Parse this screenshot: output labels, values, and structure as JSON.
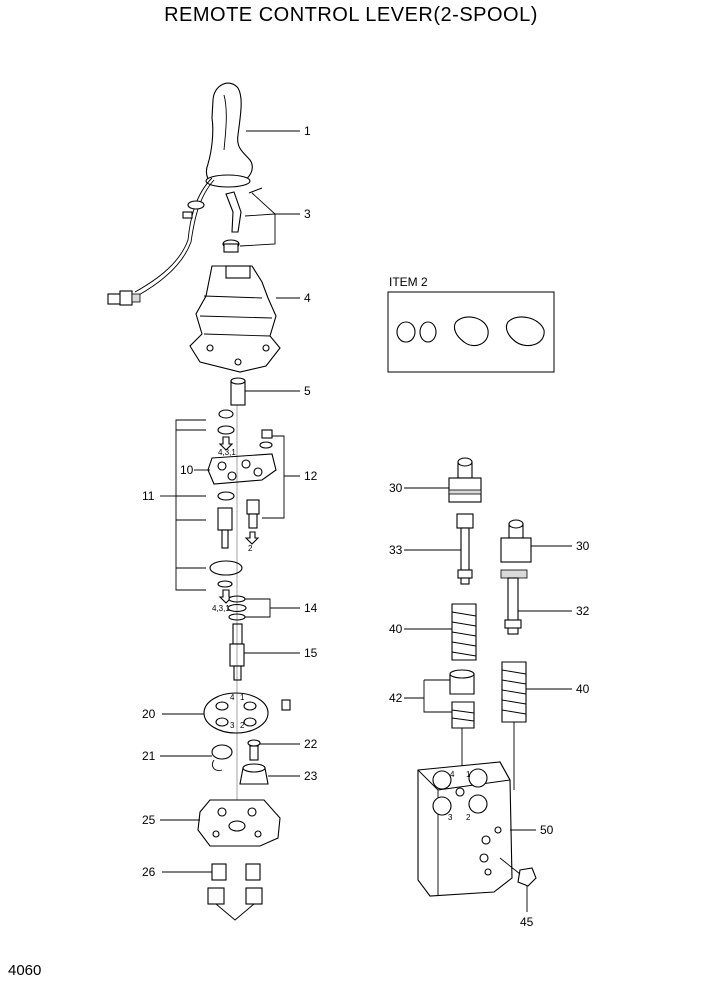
{
  "title": "REMOTE CONTROL LEVER(2-SPOOL)",
  "page_number": "4060",
  "inset_label": "ITEM 2",
  "callouts": {
    "c1": "1",
    "c3": "3",
    "c4": "4",
    "c5": "5",
    "c10": "10",
    "c11": "11",
    "c12": "12",
    "c14": "14",
    "c15": "15",
    "c20": "20",
    "c21": "21",
    "c22": "22",
    "c23": "23",
    "c25": "25",
    "c26": "26",
    "c30a": "30",
    "c30b": "30",
    "c33": "33",
    "c32": "32",
    "c40a": "40",
    "c40b": "40",
    "c42": "42",
    "c50": "50",
    "c45": "45"
  },
  "port_labels": {
    "upper_431": "4,3,1",
    "upper_2": "2",
    "lower_431": "4,3,1",
    "p4": "4",
    "p1": "1",
    "p3": "3",
    "p2": "2",
    "b4": "4",
    "b1": "1",
    "b3": "3",
    "b2": "2"
  }
}
